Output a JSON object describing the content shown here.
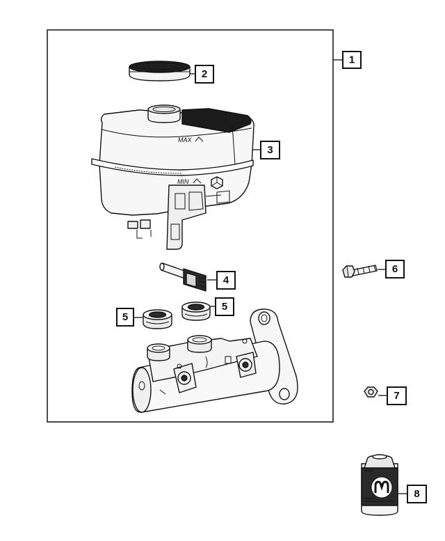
{
  "diagram": {
    "callouts": [
      {
        "id": "c1",
        "label": "1"
      },
      {
        "id": "c2",
        "label": "2"
      },
      {
        "id": "c3",
        "label": "3"
      },
      {
        "id": "c4",
        "label": "4"
      },
      {
        "id": "c5a",
        "label": "5"
      },
      {
        "id": "c5b",
        "label": "5"
      },
      {
        "id": "c6",
        "label": "6"
      },
      {
        "id": "c7",
        "label": "7"
      },
      {
        "id": "c8",
        "label": "8"
      }
    ],
    "reservoir_marks": {
      "max": "MAX",
      "min": "MIN"
    }
  },
  "colors": {
    "line": "#111111",
    "background": "#ffffff",
    "fill_light": "#f4f4f4",
    "fill_dark": "#1a1a1a"
  }
}
